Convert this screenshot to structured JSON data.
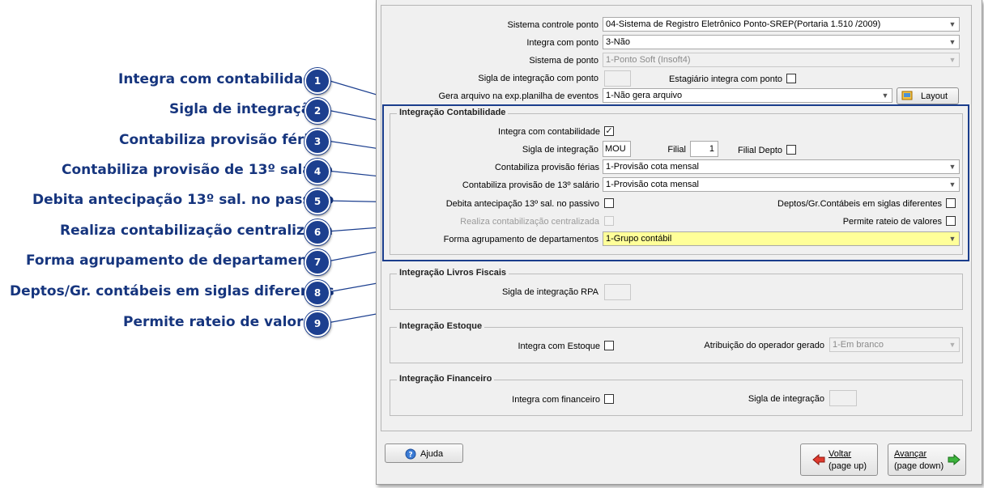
{
  "callouts": [
    {
      "num": "1",
      "label": "Integra com contabilidade"
    },
    {
      "num": "2",
      "label": "Sigla de integração"
    },
    {
      "num": "3",
      "label": "Contabiliza provisão férias"
    },
    {
      "num": "4",
      "label": "Contabiliza provisão de 13º salário"
    },
    {
      "num": "5",
      "label": "Debita antecipação 13º sal. no passivo"
    },
    {
      "num": "6",
      "label": "Realiza contabilização centralizada"
    },
    {
      "num": "7",
      "label": "Forma agrupamento de departamentos"
    },
    {
      "num": "8",
      "label": "Deptos/Gr. contábeis em siglas diferentes"
    },
    {
      "num": "9",
      "label": "Permite rateio de valores"
    }
  ],
  "top": {
    "sistema_controle_ponto": {
      "label": "Sistema controle ponto",
      "value": "04-Sistema de Registro Eletrônico Ponto-SREP(Portaria 1.510 /2009)"
    },
    "integra_com_ponto": {
      "label": "Integra com ponto",
      "value": "3-Não"
    },
    "sistema_de_ponto": {
      "label": "Sistema de ponto",
      "value": "1-Ponto Soft (Insoft4)"
    },
    "sigla_integracao_ponto": {
      "label": "Sigla de integração com ponto",
      "value": ""
    },
    "estagiario": {
      "label": "Estagiário integra com ponto"
    },
    "gera_arquivo": {
      "label": "Gera arquivo na exp.planilha de eventos",
      "value": "1-Não gera arquivo"
    },
    "layout_button": "Layout"
  },
  "contabilidade": {
    "title": "Integração Contabilidade",
    "integra": {
      "label": "Integra com contabilidade",
      "checked": "✓"
    },
    "sigla": {
      "label": "Sigla de integração",
      "value": "MOU"
    },
    "filial": {
      "label": "Filial",
      "value": "1"
    },
    "filial_depto": {
      "label": "Filial Depto"
    },
    "provisao_ferias": {
      "label": "Contabiliza provisão férias",
      "value": "1-Provisão cota mensal"
    },
    "provisao_13": {
      "label": "Contabiliza provisão de 13º salário",
      "value": "1-Provisão cota mensal"
    },
    "debita_antecipacao": {
      "label": "Debita antecipação 13º sal. no passivo"
    },
    "deptos_siglas": {
      "label": "Deptos/Gr.Contábeis em siglas diferentes"
    },
    "centralizada": {
      "label": "Realiza contabilização centralizada"
    },
    "rateio": {
      "label": "Permite rateio de valores"
    },
    "forma_agrupamento": {
      "label": "Forma agrupamento de departamentos",
      "value": "1-Grupo contábil"
    }
  },
  "livros": {
    "title": "Integração Livros Fiscais",
    "sigla_rpa": {
      "label": "Sigla de integração RPA",
      "value": ""
    }
  },
  "estoque": {
    "title": "Integração Estoque",
    "integra": {
      "label": "Integra com Estoque"
    },
    "atribuicao": {
      "label": "Atribuição do operador gerado",
      "value": "1-Em branco"
    }
  },
  "financeiro": {
    "title": "Integração Financeiro",
    "integra": {
      "label": "Integra com financeiro"
    },
    "sigla": {
      "label": "Sigla de integração",
      "value": ""
    }
  },
  "footer": {
    "ajuda": "Ajuda",
    "voltar": "Voltar",
    "voltar_hint": "(page up)",
    "avancar": "Avançar",
    "avancar_hint": "(page down)"
  },
  "colors": {
    "callout": "#1c3f8f",
    "highlight": "#1a3d8c",
    "yellow_field": "#ffff99"
  }
}
